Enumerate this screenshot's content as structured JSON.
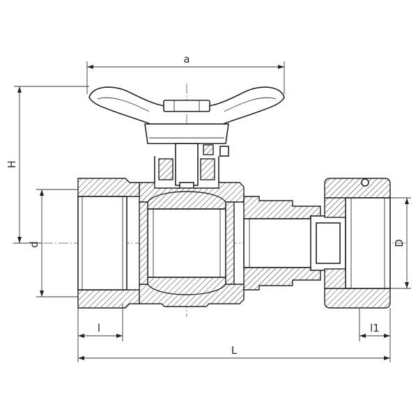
{
  "dimensions": {
    "a": "a",
    "H": "H",
    "d": "d",
    "D": "D",
    "l": "l",
    "l1": "l1",
    "L": "L"
  }
}
